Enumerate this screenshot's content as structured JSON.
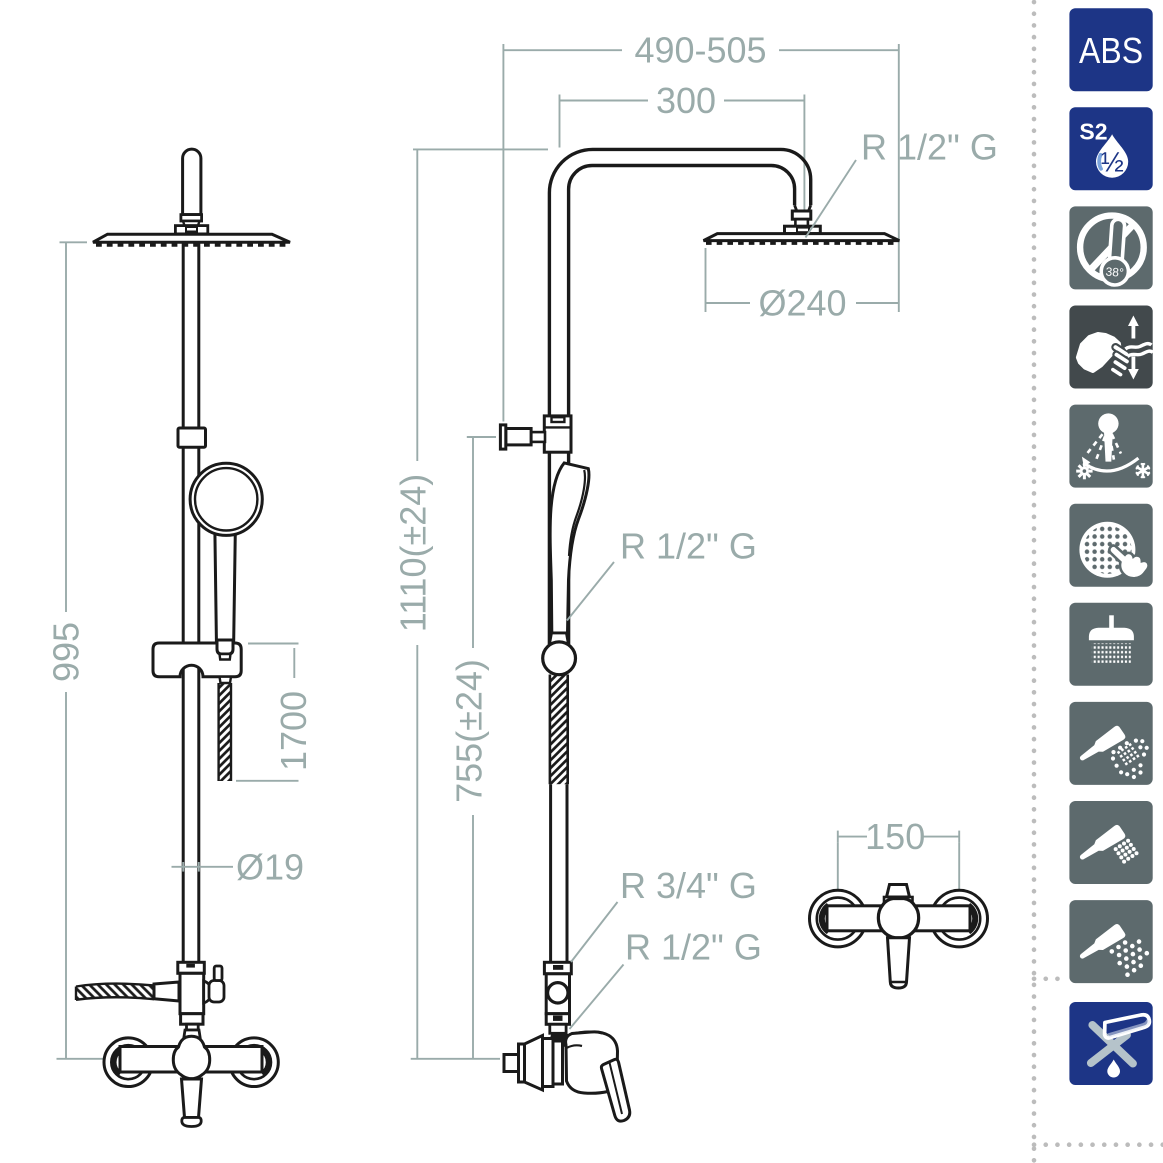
{
  "document": {
    "type": "shower column technical drawing",
    "background": "#ffffff"
  },
  "colors": {
    "line": "#1a1a1a",
    "dimension": "#9aabaa",
    "dotted_border": "#bcbcbc",
    "blue": "#1d3586",
    "gray": "#5d6a6d",
    "dark_gray": "#42494c",
    "cross_light": "#b5c3ca"
  },
  "front_view": {
    "title": "column front view",
    "dims": {
      "overall_height": "995",
      "hose_length": "1700",
      "pipe_diameter": "Ø19"
    }
  },
  "side_view": {
    "title": "column side view",
    "dims": {
      "arm_reach_range": "490-505",
      "arm_projection": "300",
      "head_diameter": "Ø240",
      "upper_height": "1110(±24)",
      "lower_height": "755(±24)"
    },
    "connections": {
      "head_thread": "R 1/2\" G",
      "handshower_thread": "R 1/2\" G",
      "hose_upper_thread": "R 3/4\" G",
      "hose_lower_thread": "R 1/2\" G"
    }
  },
  "mixer_view": {
    "title": "mixer front view",
    "dims": {
      "wall_center_distance": "150"
    }
  },
  "icons": [
    {
      "name": "abs-material",
      "text": "ABS",
      "bg": "#1d3586"
    },
    {
      "name": "s2-half-inch-flow",
      "text": "S2",
      "fraction": "½",
      "bg": "#1d3586"
    },
    {
      "name": "no-thermostatic-limiter",
      "temperature": "38°",
      "bg": "#5d6a6d"
    },
    {
      "name": "manual-flow-control",
      "bg": "#42494c"
    },
    {
      "name": "adjustable-spray-angle",
      "bg": "#5d6a6d"
    },
    {
      "name": "easy-clean-nozzles",
      "bg": "#5d6a6d"
    },
    {
      "name": "rain-head-spray",
      "bg": "#5d6a6d"
    },
    {
      "name": "massage-spray",
      "bg": "#5d6a6d"
    },
    {
      "name": "jet-spray",
      "bg": "#5d6a6d"
    },
    {
      "name": "handshower-rain-spray",
      "bg": "#5d6a6d"
    },
    {
      "name": "no-aggressive-cleaners",
      "bg": "#1d3586"
    }
  ]
}
